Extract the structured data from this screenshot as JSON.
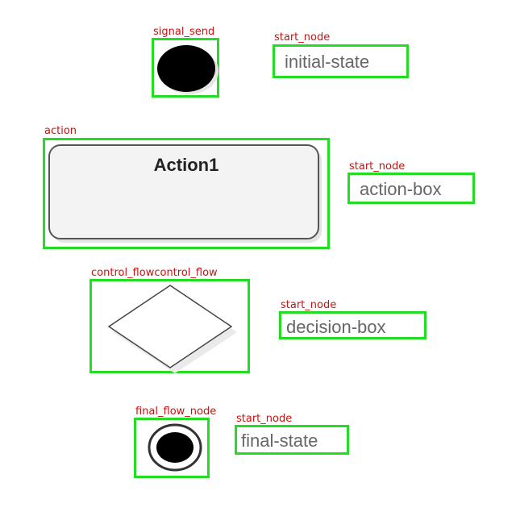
{
  "colors": {
    "box_outline": "#22dd22",
    "annotation_text": "#cc1111",
    "label_text": "#666666"
  },
  "annotations": {
    "signal_send": "signal_send",
    "action": "action",
    "control_flow": "control_flowcontrol_flow",
    "final_flow_node": "final_flow_node",
    "start_node_1": "start_node",
    "start_node_2": "start_node",
    "start_node_3": "start_node",
    "start_node_4": "start_node"
  },
  "shapes": {
    "action_title": "Action1"
  },
  "labels": {
    "initial_state": "initial-state",
    "action_box": "action-box",
    "decision_box": "decision-box",
    "final_state": "final-state"
  },
  "icons": {
    "initial": "filled-circle-icon",
    "action": "rounded-rectangle-icon",
    "decision": "diamond-icon",
    "final": "bullseye-circle-icon"
  }
}
